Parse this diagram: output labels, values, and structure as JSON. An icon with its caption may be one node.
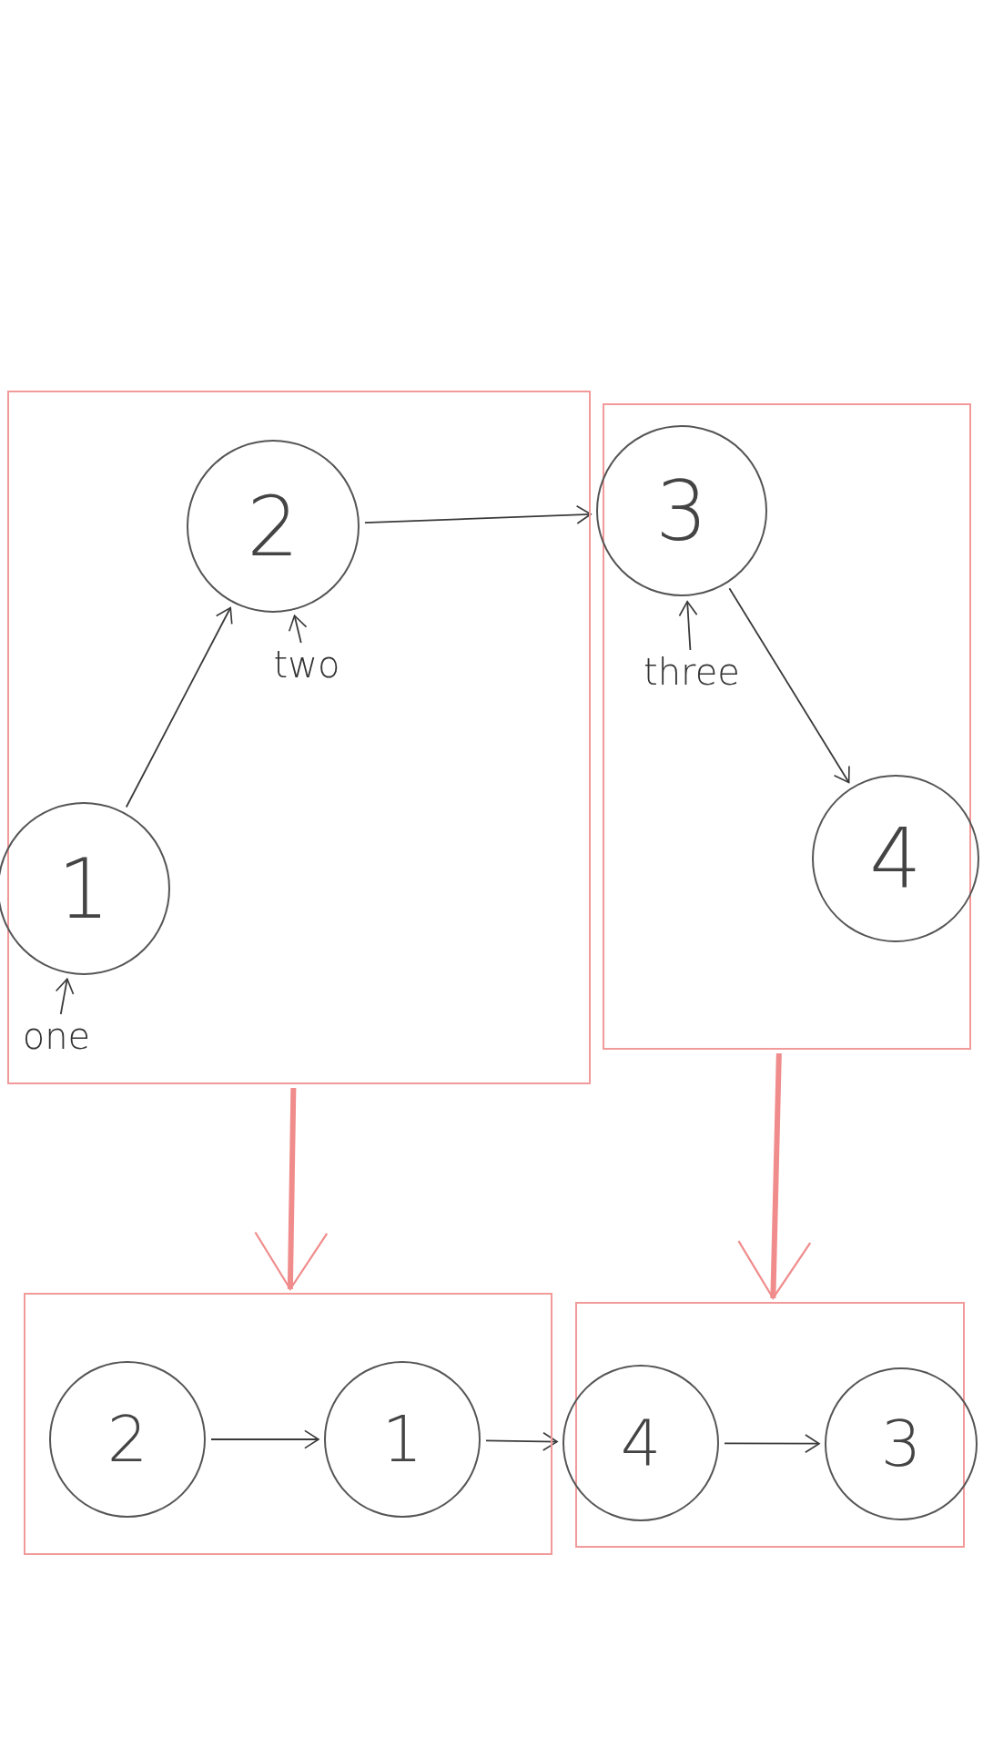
{
  "diagram": {
    "nodes": [
      {
        "text": [],
        "shape": "box"
      },
      {
        "text": [
          "2"
        ],
        "in": 0
      },
      {
        "text": [
          "two"
        ],
        "in": 0
      },
      {
        "text": [
          "1"
        ],
        "in": 0
      },
      {
        "text": [
          "one"
        ],
        "in": 0
      },
      {
        "text": [],
        "shape": "box"
      },
      {
        "text": [
          "3"
        ],
        "in": 5
      },
      {
        "text": [
          "three"
        ],
        "in": 5
      },
      {
        "text": [
          "4"
        ],
        "in": 5
      },
      {
        "text": [],
        "shape": "box"
      },
      {
        "text": [
          "2"
        ],
        "in": 9
      },
      {
        "text": [
          "1"
        ],
        "in": 9
      },
      {
        "text": [],
        "shape": "box"
      },
      {
        "text": [
          "4"
        ],
        "in": 12
      },
      {
        "text": [
          "3"
        ],
        "in": 12
      }
    ],
    "edges": [
      {
        "from": 3,
        "to": 1,
        "arrow": "to"
      },
      {
        "from": 1,
        "to": 6,
        "arrow": "to"
      },
      {
        "from": 6,
        "to": 8,
        "arrow": "to"
      },
      {
        "from": 4,
        "to": 3,
        "arrow": "to"
      },
      {
        "from": 2,
        "to": 1,
        "arrow": "to"
      },
      {
        "from": 7,
        "to": 6,
        "arrow": "to"
      },
      {
        "from": 0,
        "to": 9,
        "arrow": "to",
        "style": "thick",
        "color": "#f08c8c"
      },
      {
        "from": 5,
        "to": 12,
        "arrow": "to",
        "style": "thick",
        "color": "#f08c8c"
      },
      {
        "from": 10,
        "to": 11,
        "arrow": "to"
      },
      {
        "from": 11,
        "to": 13,
        "arrow": "to"
      },
      {
        "from": 13,
        "to": 14,
        "arrow": "to"
      }
    ]
  }
}
